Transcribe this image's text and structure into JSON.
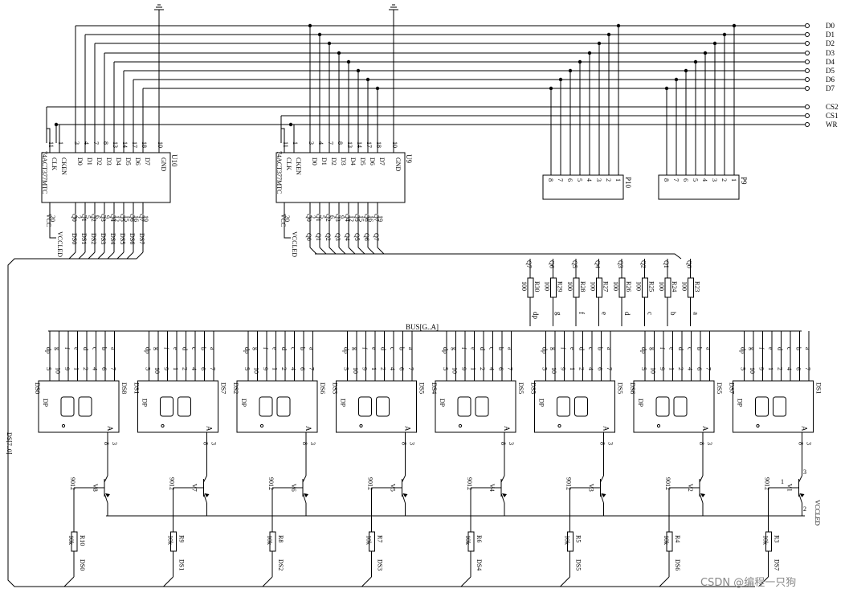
{
  "data_bus": {
    "lines": [
      "D0",
      "D1",
      "D2",
      "D3",
      "D4",
      "D5",
      "D6",
      "D7"
    ],
    "control": [
      "CS2",
      "CS1",
      "WR"
    ]
  },
  "latches": [
    {
      "ref": "U10",
      "part": "74ACT377MTC",
      "pins_top": [
        "CLK",
        "CKEN",
        "D0",
        "D1",
        "D2",
        "D3",
        "D4",
        "D5",
        "D6",
        "D7",
        "GND"
      ],
      "pin_nums_top": [
        "11",
        "1",
        "3",
        "4",
        "7",
        "8",
        "13",
        "14",
        "17",
        "18",
        "10"
      ],
      "pins_bottom": [
        "VCC",
        "Q0",
        "Q1",
        "Q2",
        "Q3",
        "Q4",
        "Q5",
        "Q6",
        "Q7"
      ],
      "pin_nums_bottom": [
        "20",
        "2",
        "5",
        "6",
        "9",
        "12",
        "15",
        "16",
        "19"
      ],
      "vcc_net": "VCCLED",
      "outputs": [
        "DS0",
        "DS1",
        "DS2",
        "DS3",
        "DS4",
        "DS5",
        "DS6",
        "DS7"
      ]
    },
    {
      "ref": "U9",
      "part": "74ACT377MTC",
      "pins_top": [
        "CLK",
        "CKEN",
        "D0",
        "D1",
        "D2",
        "D3",
        "D4",
        "D5",
        "D6",
        "D7",
        "GND"
      ],
      "pin_nums_top": [
        "11",
        "1",
        "3",
        "4",
        "7",
        "8",
        "13",
        "14",
        "17",
        "18",
        "10"
      ],
      "pins_bottom": [
        "VCC",
        "Q0",
        "Q1",
        "Q2",
        "Q3",
        "Q4",
        "Q5",
        "Q6",
        "Q7"
      ],
      "pin_nums_bottom": [
        "20",
        "2",
        "5",
        "6",
        "9",
        "12",
        "15",
        "16",
        "19"
      ],
      "vcc_net": "VCCLED",
      "outputs": [
        "Q0",
        "Q1",
        "Q2",
        "Q3",
        "Q4",
        "Q5",
        "Q6",
        "Q7"
      ]
    }
  ],
  "headers": [
    {
      "ref": "P10",
      "pins": [
        "8",
        "7",
        "6",
        "5",
        "4",
        "3",
        "2",
        "1"
      ]
    },
    {
      "ref": "P9",
      "pins": [
        "8",
        "7",
        "6",
        "5",
        "4",
        "3",
        "2",
        "1"
      ]
    }
  ],
  "resistor_array": [
    {
      "net": "Q7",
      "ref": "R30",
      "value": "100",
      "seg": "dp"
    },
    {
      "net": "Q6",
      "ref": "R29",
      "value": "100",
      "seg": "g"
    },
    {
      "net": "Q5",
      "ref": "R28",
      "value": "100",
      "seg": "f"
    },
    {
      "net": "Q4",
      "ref": "R27",
      "value": "100",
      "seg": "e"
    },
    {
      "net": "Q3",
      "ref": "R26",
      "value": "100",
      "seg": "d"
    },
    {
      "net": "Q2",
      "ref": "R25",
      "value": "100",
      "seg": "c"
    },
    {
      "net": "Q1",
      "ref": "R24",
      "value": "100",
      "seg": "b"
    },
    {
      "net": "Q0",
      "ref": "R23",
      "value": "100",
      "seg": "a"
    }
  ],
  "bus_label": "BUS[G..A]",
  "digit_pins": {
    "segs": [
      "dp",
      "g",
      "f",
      "e",
      "d",
      "c",
      "b",
      "a"
    ],
    "nums": [
      "5",
      "10",
      "9",
      "1",
      "2",
      "4",
      "6",
      "7"
    ],
    "dp_label": "DP",
    "anode_label": "A",
    "anode_pin": "3",
    "anode_pin2": "8"
  },
  "digits": [
    {
      "ref": "DS0",
      "side": "DS8"
    },
    {
      "ref": "DS1",
      "side": "DS7"
    },
    {
      "ref": "DS2",
      "side": "DS6"
    },
    {
      "ref": "DS3",
      "side": "DS5"
    },
    {
      "ref": "DS4",
      "side": "DS5"
    },
    {
      "ref": "DS5",
      "side": "DS5"
    },
    {
      "ref": "DS6",
      "side": "DS5"
    },
    {
      "ref": "DS7",
      "side": "DS1"
    }
  ],
  "transistors": [
    {
      "ref": "V8",
      "part": "9012",
      "r_ref": "R10",
      "r_val": "10k",
      "drive": "DS0"
    },
    {
      "ref": "V7",
      "part": "9012",
      "r_ref": "R9",
      "r_val": "10k",
      "drive": "DS1"
    },
    {
      "ref": "V6",
      "part": "9012",
      "r_ref": "R8",
      "r_val": "10k",
      "drive": "DS2"
    },
    {
      "ref": "V5",
      "part": "9012",
      "r_ref": "R7",
      "r_val": "10k",
      "drive": "DS3"
    },
    {
      "ref": "V4",
      "part": "9012",
      "r_ref": "R6",
      "r_val": "10k",
      "drive": "DS4"
    },
    {
      "ref": "V3",
      "part": "9012",
      "r_ref": "R5",
      "r_val": "10k",
      "drive": "DS5"
    },
    {
      "ref": "V2",
      "part": "9012",
      "r_ref": "R4",
      "r_val": "10k",
      "drive": "DS6"
    },
    {
      "ref": "V1",
      "part": "9012",
      "r_ref": "R3",
      "r_val": "10k",
      "drive": "DS7"
    }
  ],
  "v1_pins": [
    "3",
    "1",
    "2"
  ],
  "vcc_label": "VCCLED",
  "left_bus_label": "DS[7..0]",
  "watermark": "CSDN @编程一只狗"
}
